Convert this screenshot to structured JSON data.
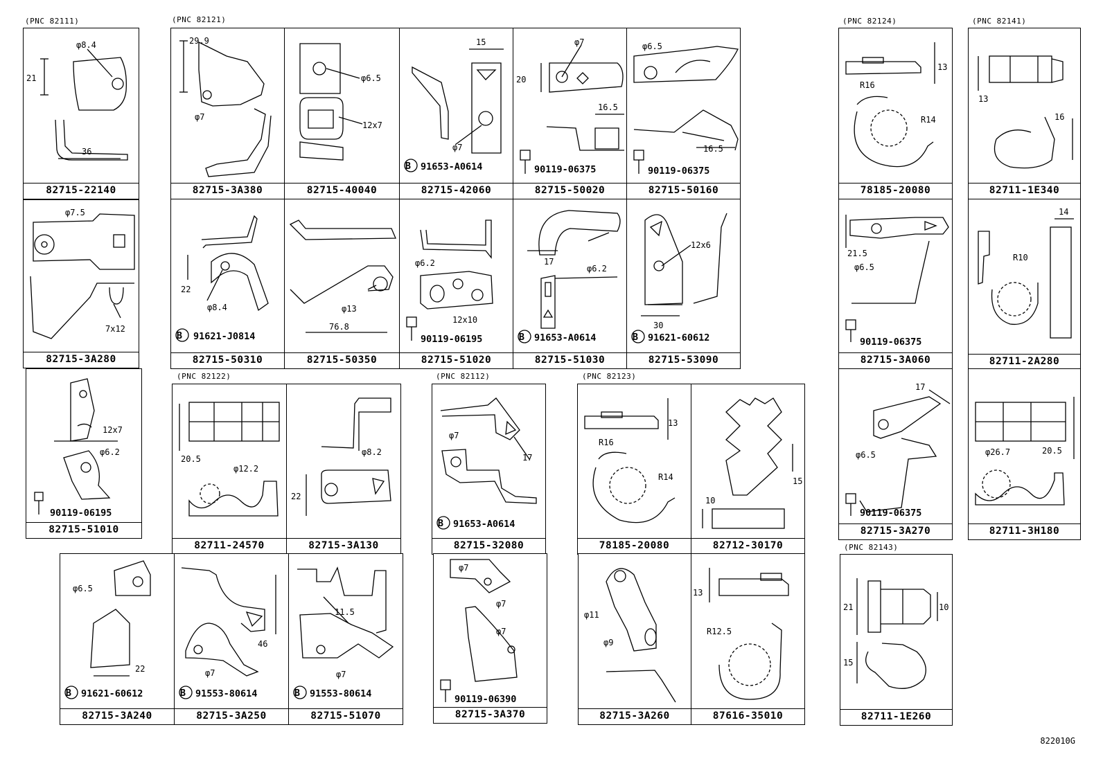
{
  "pnc": {
    "g82111": "(PNC 82111)",
    "g82121": "(PNC 82121)",
    "g82122": "(PNC 82122)",
    "g82112": "(PNC 82112)",
    "g82123": "(PNC 82123)",
    "g82124": "(PNC 82124)",
    "g82141": "(PNC 82141)",
    "g82143": "(PNC 82143)"
  },
  "parts": {
    "p1": "82715-22140",
    "p2": "82715-3A280",
    "p3": "82715-51010",
    "p4": "82715-3A380",
    "p5": "82715-40040",
    "p6": "82715-42060",
    "p7": "82715-50020",
    "p8": "82715-50160",
    "p9": "82715-50310",
    "p10": "82715-50350",
    "p11": "82715-51020",
    "p12": "82715-51030",
    "p13": "82715-53090",
    "p14": "82711-24570",
    "p15": "82715-3A130",
    "p16": "82715-3A240",
    "p17": "82715-3A250",
    "p18": "82715-51070",
    "p19": "82715-32080",
    "p20": "82715-3A370",
    "p21": "78185-20080",
    "p22": "82712-30170",
    "p23": "82715-3A260",
    "p24": "87616-35010",
    "p25": "78185-20080",
    "p26": "82715-3A060",
    "p27": "82715-3A270",
    "p28": "82711-1E340",
    "p29": "82711-2A280",
    "p30": "82711-3H180",
    "p31": "82711-1E260"
  },
  "screws": {
    "s_91653_a": "91653-A0614",
    "s_90119_a": "90119-06375",
    "s_90119_b": "90119-06375",
    "s_91621_j": "91621-J0814",
    "s_90119_c": "90119-06195",
    "s_91653_b": "91653-A0614",
    "s_91621_6a": "91621-60612",
    "s_90119_d": "90119-06195",
    "s_91653_c": "91653-A0614",
    "s_90119_e": "90119-06390",
    "s_91621_6b": "91621-60612",
    "s_91553_a": "91553-80614",
    "s_91553_b": "91553-80614",
    "s_90119_f": "90119-06375",
    "s_90119_g": "90119-06375"
  },
  "dims": {
    "d1_phi": "φ8.4",
    "d1_21": "21",
    "d1_36": "36",
    "d2_phi": "φ7.5",
    "d2_slot": "7x12",
    "d3_slot": "12x7",
    "d3_phi": "φ6.2",
    "d4_29": "29.9",
    "d4_phi": "φ7",
    "d5_phi": "φ6.5",
    "d5_slot": "12x7",
    "d6_15": "15",
    "d6_phi": "φ7",
    "d7_phi": "φ7",
    "d7_20": "20",
    "d7_165": "16.5",
    "d8_phi": "φ6.5",
    "d8_165": "16.5",
    "d9_22": "22",
    "d9_phi": "φ8.4",
    "d10_phi": "φ13",
    "d10_768": "76.8",
    "d11_phi": "φ6.2",
    "d11_slot": "12x10",
    "d12_17": "17",
    "d12_phi": "φ6.2",
    "d13_slot": "12x6",
    "d13_30": "30",
    "d14_205": "20.5",
    "d14_phi": "φ12.2",
    "d15_22": "22",
    "d15_phi": "φ8.2",
    "d16_phi": "φ6.5",
    "d16_22": "22",
    "d17_46": "46",
    "d17_phi": "φ7",
    "d18_115": "11.5",
    "d18_phi": "φ7",
    "d19_phi": "φ7",
    "d19_17": "17",
    "d20_phi1": "φ7",
    "d20_phi2": "φ7",
    "d21_13": "13",
    "d21_r16": "R16",
    "d21_r14": "R14",
    "d22_15": "15",
    "d22_10": "10",
    "d23_phi11": "φ11",
    "d23_phi9": "φ9",
    "d24_13": "13",
    "d24_r125": "R12.5",
    "d25_13": "13",
    "d25_r16": "R16",
    "d25_r14": "R14",
    "d26_215": "21.5",
    "d26_phi": "φ6.5",
    "d27_17": "17",
    "d27_phi": "φ6.5",
    "d28_13": "13",
    "d28_16": "16",
    "d29_14": "14",
    "d29_r10": "R10",
    "d30_205": "20.5",
    "d30_phi": "φ26.7",
    "d31_21": "21",
    "d31_10": "10",
    "d31_15": "15"
  },
  "figure_code": "822010G"
}
